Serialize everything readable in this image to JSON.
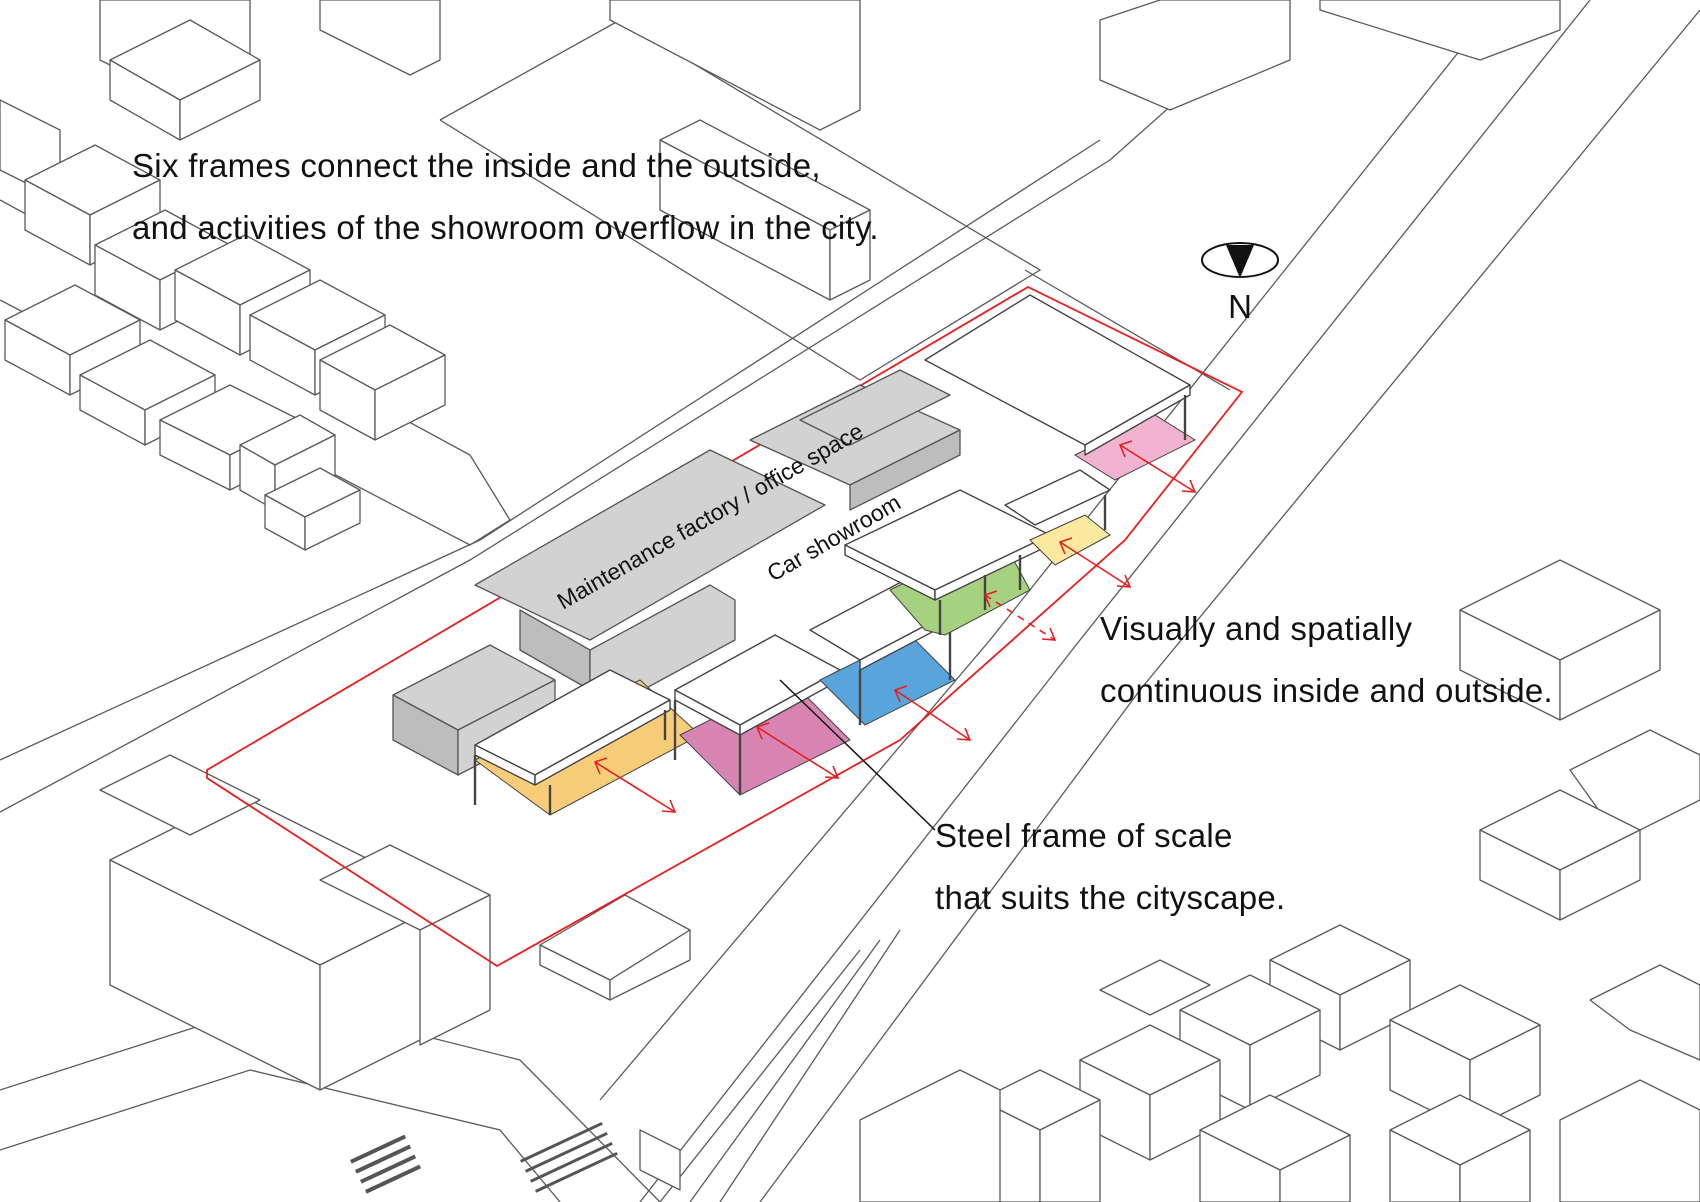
{
  "annotations": {
    "headline_line1": "Six frames connect the inside and the outside,",
    "headline_line2": "and activities of the showroom overflow in the city.",
    "continuity_line1": "Visually and spatially",
    "continuity_line2": "continuous inside and outside.",
    "steel_line1": "Steel frame of scale",
    "steel_line2": "that suits the cityscape."
  },
  "labels": {
    "maintenance": "Maintenance factory / office space",
    "showroom": "Car showroom",
    "north": "N"
  },
  "colors": {
    "site_boundary": "#e81e1e",
    "arrows": "#e81e1e",
    "frame_yellow_orange": "#f8cd7a",
    "frame_magenta": "#d884b2",
    "frame_blue": "#5aa4dc",
    "frame_green": "#a6d17e",
    "frame_yellow": "#fbe9a0",
    "frame_pink": "#f2b3d1",
    "existing_buildings": "#d2d2d2"
  }
}
